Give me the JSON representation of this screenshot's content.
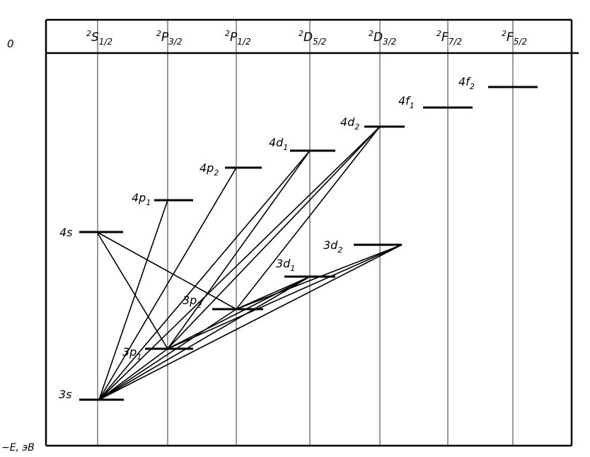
{
  "axis": {
    "zero_label": "0",
    "energy_label": "−E, эВ"
  },
  "columns": [
    {
      "id": "S12",
      "sup": "2",
      "main": "S",
      "sub": "1/2"
    },
    {
      "id": "P32",
      "sup": "2",
      "main": "P",
      "sub": "3/2"
    },
    {
      "id": "P12",
      "sup": "2",
      "main": "P",
      "sub": "1/2"
    },
    {
      "id": "D52",
      "sup": "2",
      "main": "D",
      "sub": "5/2"
    },
    {
      "id": "D32",
      "sup": "2",
      "main": "D",
      "sub": "3/2"
    },
    {
      "id": "F72",
      "sup": "2",
      "main": "F",
      "sub": "7/2"
    },
    {
      "id": "F52",
      "sup": "2",
      "main": "F",
      "sub": "5/2"
    }
  ],
  "levels": [
    {
      "id": "3s",
      "main": "3s",
      "sub": ""
    },
    {
      "id": "4s",
      "main": "4s",
      "sub": ""
    },
    {
      "id": "3p1",
      "main": "3p",
      "sub": "1"
    },
    {
      "id": "4p1",
      "main": "4p",
      "sub": "1"
    },
    {
      "id": "3p2",
      "main": "3p",
      "sub": "2"
    },
    {
      "id": "4p2",
      "main": "4p",
      "sub": "2"
    },
    {
      "id": "3d1",
      "main": "3d",
      "sub": "1"
    },
    {
      "id": "4d1",
      "main": "4d",
      "sub": "1"
    },
    {
      "id": "3d2",
      "main": "3d",
      "sub": "2"
    },
    {
      "id": "4d2",
      "main": "4d",
      "sub": "2"
    },
    {
      "id": "4f1",
      "main": "4f",
      "sub": "1"
    },
    {
      "id": "4f2",
      "main": "4f",
      "sub": "2"
    }
  ],
  "transitions": [
    [
      "3s",
      "3p1"
    ],
    [
      "3s",
      "4p1"
    ],
    [
      "3s",
      "3p2"
    ],
    [
      "3s",
      "4p2"
    ],
    [
      "3s",
      "4d1"
    ],
    [
      "3s",
      "4d2"
    ],
    [
      "3s",
      "3d1"
    ],
    [
      "3s",
      "3d2"
    ],
    [
      "4s",
      "3p1"
    ],
    [
      "4s",
      "3p2"
    ],
    [
      "3p1",
      "3d1"
    ],
    [
      "3p1",
      "3d2"
    ],
    [
      "3p1",
      "4d1"
    ],
    [
      "3p1",
      "4d2"
    ],
    [
      "3p2",
      "3d1"
    ],
    [
      "3p2",
      "3d2"
    ],
    [
      "3p2",
      "4d2"
    ]
  ]
}
